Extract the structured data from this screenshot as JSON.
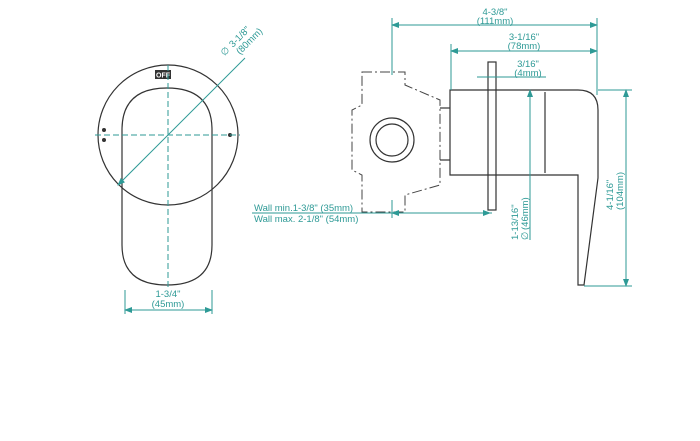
{
  "front_view": {
    "off_label": "OFF",
    "diameter": {
      "in": "3-1/8\"",
      "mm": "(80mm)",
      "symbol": "∅"
    },
    "width": {
      "in": "1-3/4\"",
      "mm": "(45mm)"
    }
  },
  "side_view": {
    "overall_depth": {
      "in": "4-3/8\"",
      "mm": "(111mm)"
    },
    "projection": {
      "in": "3-1/16\"",
      "mm": "(78mm)"
    },
    "plate_thickness": {
      "in": "3/16\"",
      "mm": "(4mm)"
    },
    "wall_min": "Wall min.1-3/8\" (35mm)",
    "wall_max": "Wall max. 2-1/8\" (54mm)",
    "body_diameter": {
      "in": "1-13/16\"",
      "mm": "(46mm)",
      "symbol": "∅"
    },
    "height": {
      "in": "4-1/16\"",
      "mm": "(104mm)"
    }
  },
  "colors": {
    "dimension": "#2e9a96",
    "outline": "#333333"
  }
}
